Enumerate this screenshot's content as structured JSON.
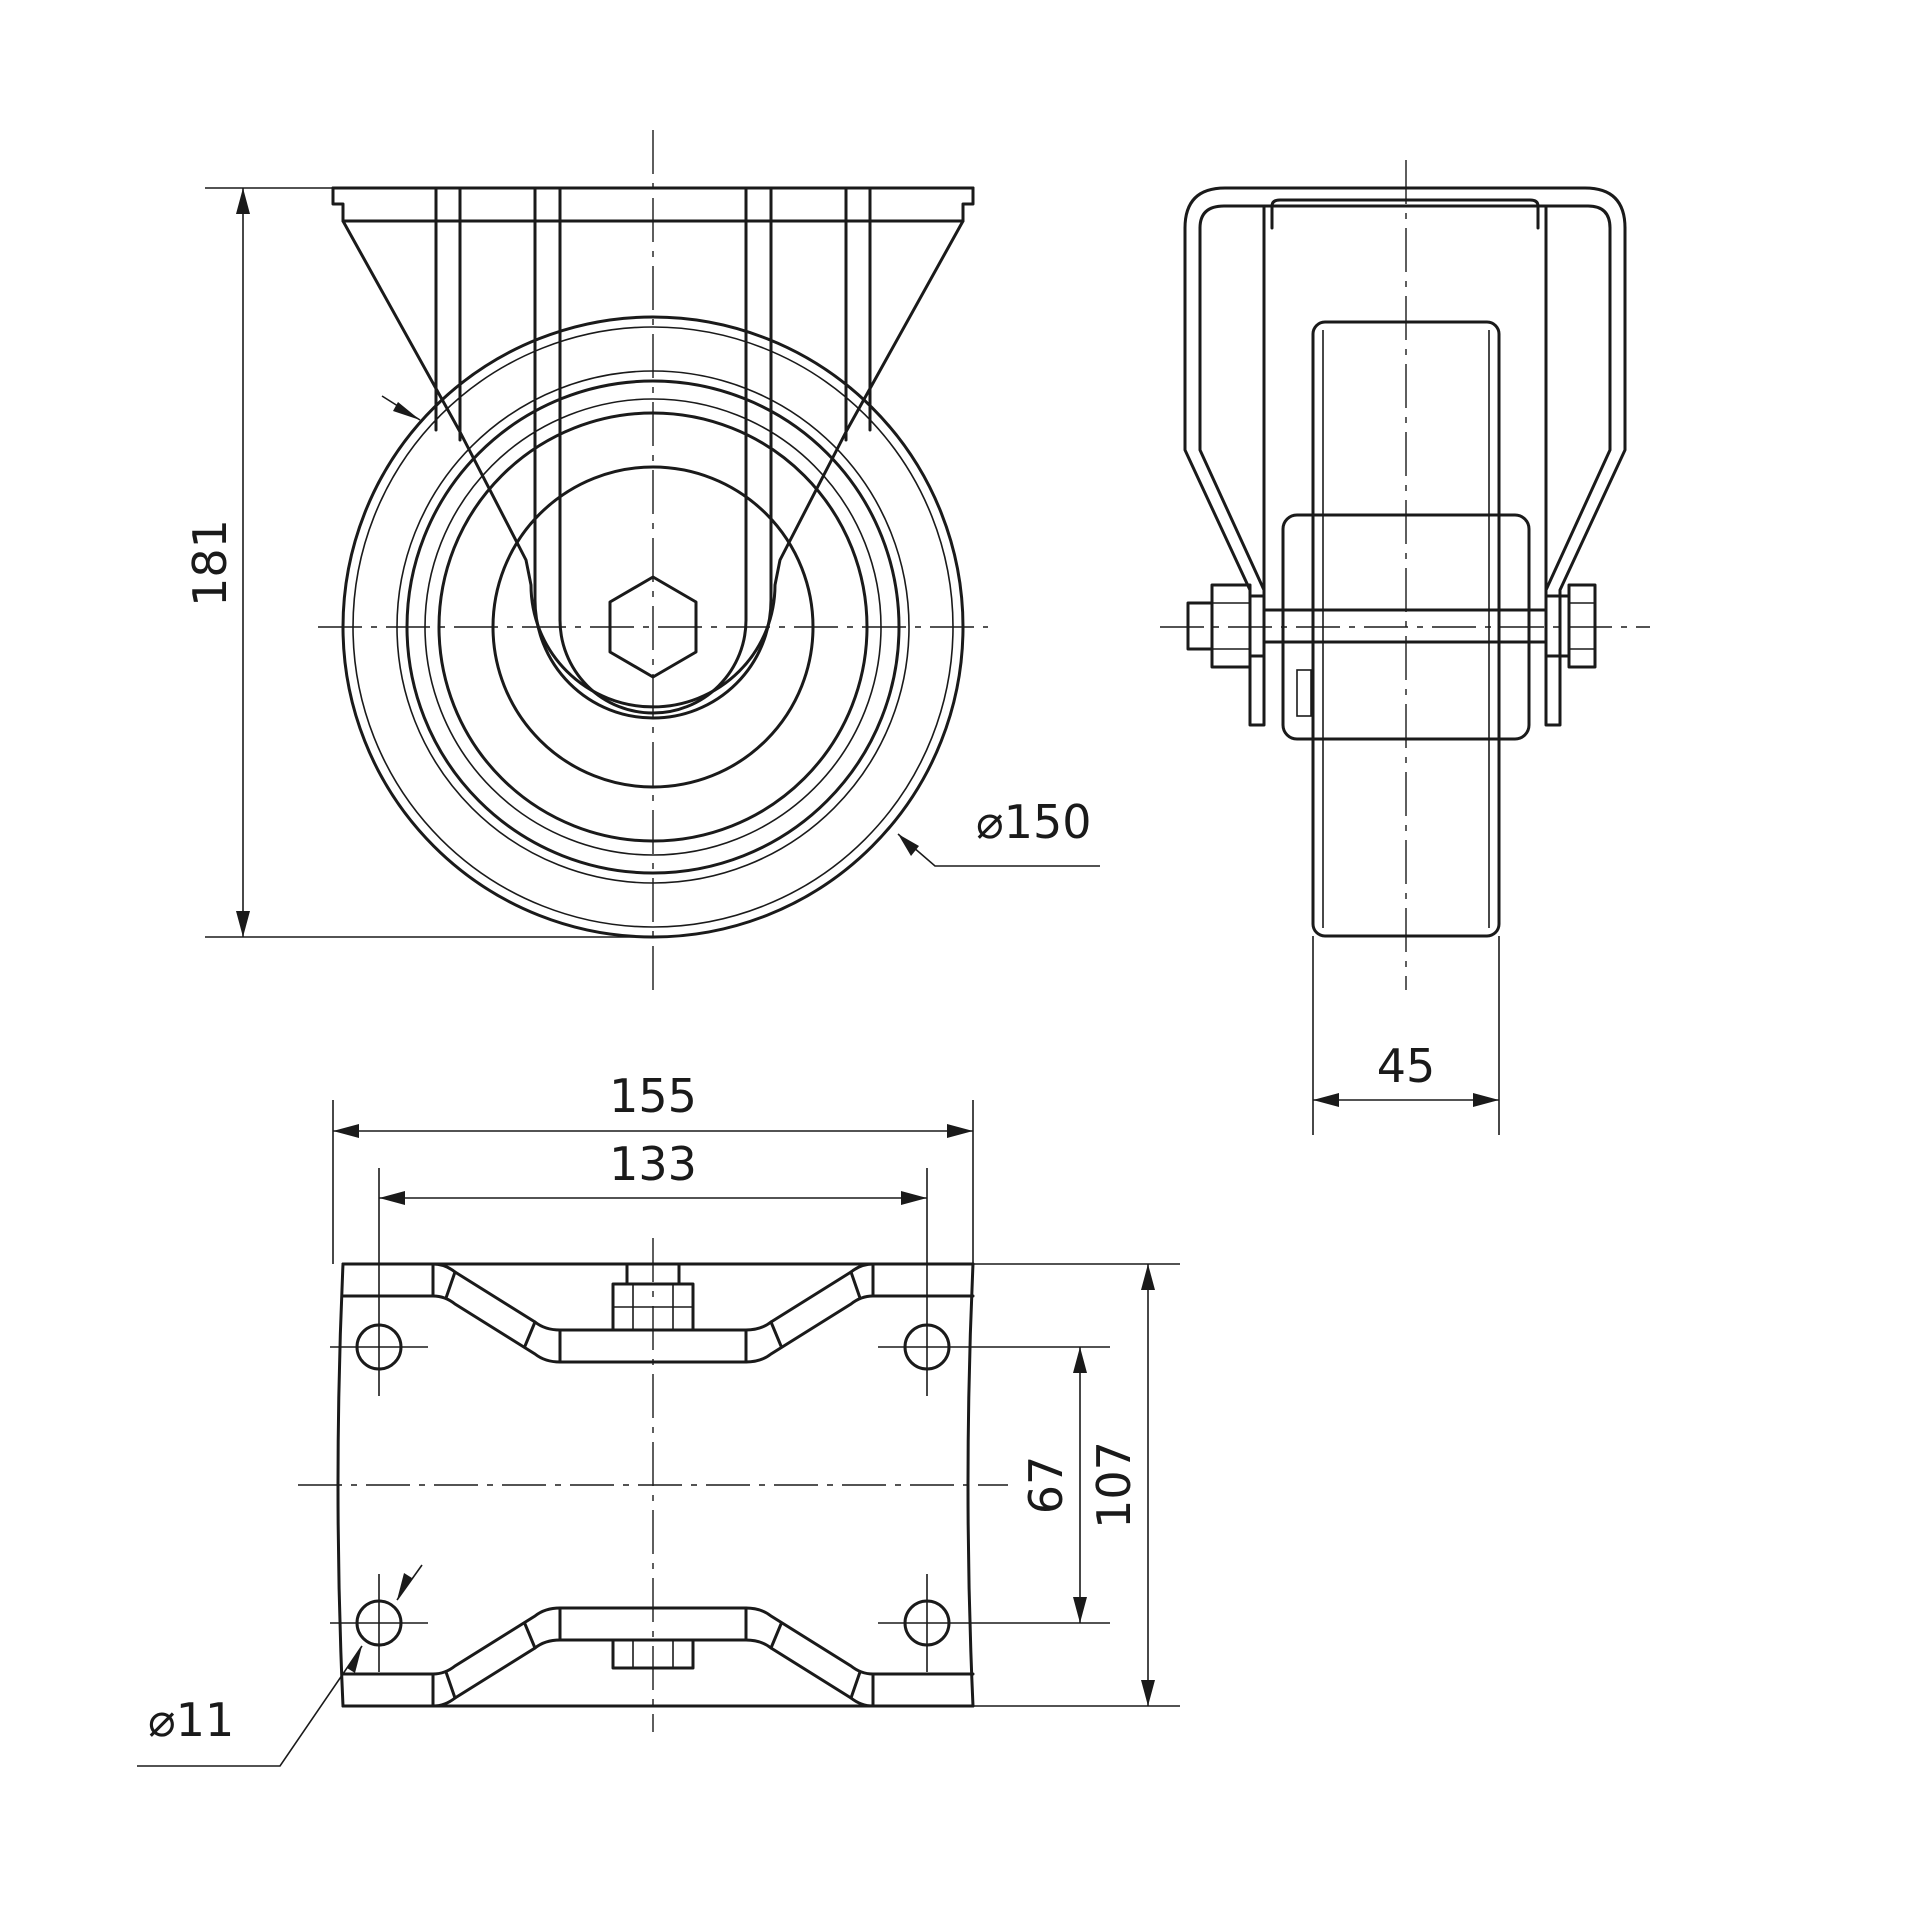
{
  "colors": {
    "line": "#1a1a1a",
    "background": "#ffffff"
  },
  "dimensions": {
    "height": "181",
    "wheel_diameter": "⌀150",
    "wheel_width": "45",
    "plate_length": "155",
    "hole_spacing_long": "133",
    "hole_spacing_short": "67",
    "plate_width": "107",
    "hole_diameter": "⌀11"
  }
}
